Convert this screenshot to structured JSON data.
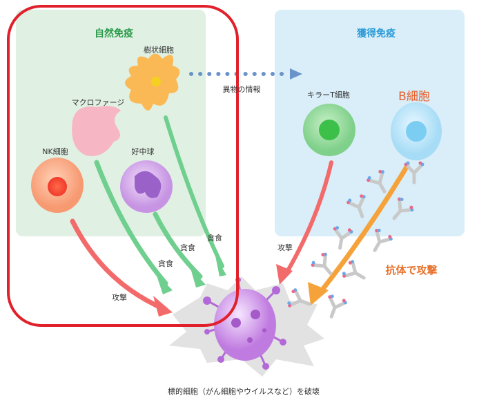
{
  "innate": {
    "title": "自然免疫",
    "color": "#2a9a4a"
  },
  "acquired": {
    "title": "獲得免疫",
    "color": "#2a9ad8"
  },
  "cells": {
    "dendritic": "樹状細胞",
    "macrophage": "マクロファージ",
    "nk": "NK細胞",
    "neutrophil": "好中球",
    "killer_t": "キラーT細胞",
    "b_cell": "B細胞"
  },
  "info_arrow_label": "異物の情報",
  "actions": {
    "nk_attack": "攻撃",
    "phagocytosis_1": "貪食",
    "phagocytosis_2": "貪食",
    "phagocytosis_3": "貪食",
    "killer_attack": "攻撃",
    "antibody_attack": "抗体で攻撃"
  },
  "target_caption": "標的細胞（がん細胞やウイルスなど）を破壊",
  "colors": {
    "highlight": "#e0202a",
    "b_cell_label": "#e8602a",
    "attack": "#f26a6a",
    "phago": "#6fcf8e",
    "antibody_arrow": "#f5a23a"
  }
}
